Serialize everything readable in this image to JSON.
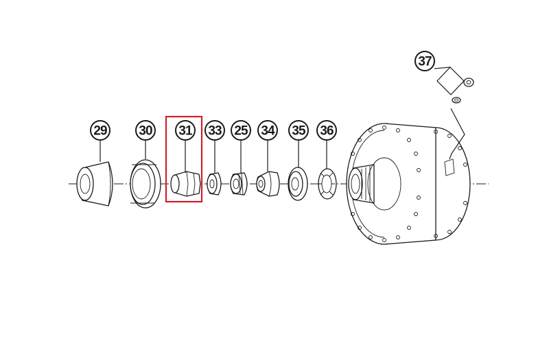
{
  "callouts": [
    {
      "id": "29",
      "label": "29"
    },
    {
      "id": "30",
      "label": "30"
    },
    {
      "id": "31",
      "label": "31"
    },
    {
      "id": "33",
      "label": "33"
    },
    {
      "id": "25",
      "label": "25"
    },
    {
      "id": "34",
      "label": "34"
    },
    {
      "id": "35",
      "label": "35"
    },
    {
      "id": "36",
      "label": "36"
    },
    {
      "id": "37",
      "label": "37"
    }
  ],
  "highlighted_part": "31",
  "colors": {
    "highlight": "#d0202a",
    "line": "#1a1a1a",
    "background": "#ffffff"
  }
}
